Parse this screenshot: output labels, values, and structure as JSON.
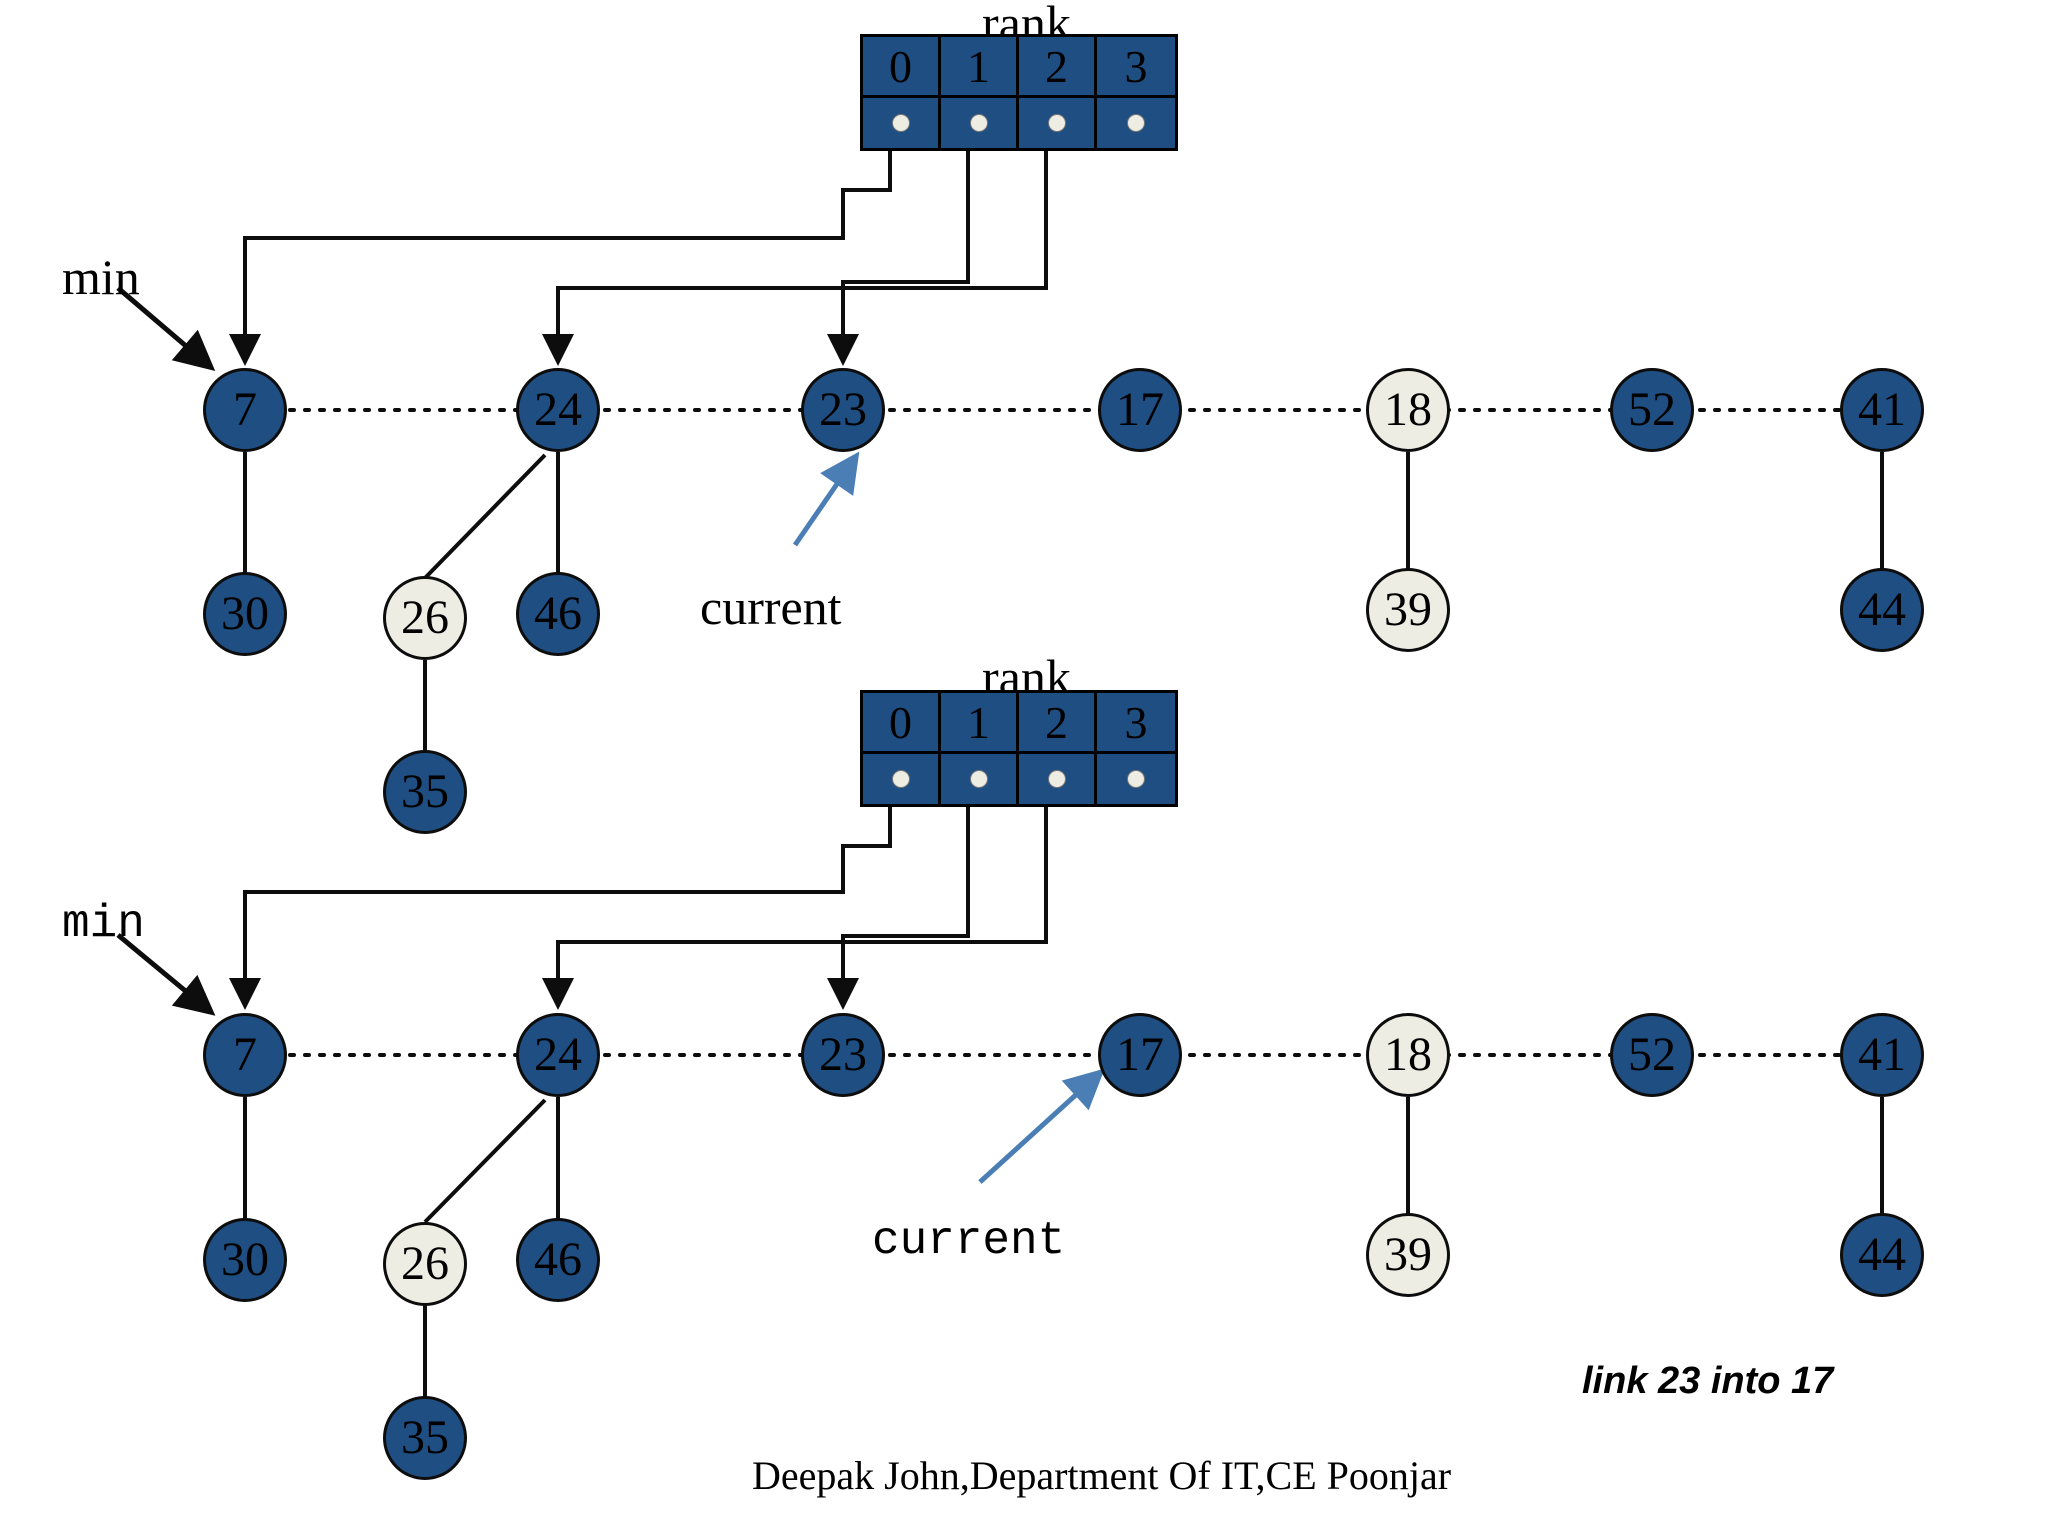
{
  "figure": {
    "caption": "Deepak John,Department Of IT,CE Poonjar",
    "annotation": "link 23 into 17"
  },
  "panels": [
    {
      "id": "top",
      "rank": {
        "title": "rank",
        "indices": [
          "0",
          "1",
          "2",
          "3"
        ],
        "pointers": [
          "dot",
          "dot",
          "dot",
          "dot"
        ],
        "pointer_targets": [
          "7",
          "23",
          "24",
          ""
        ]
      },
      "min_label": "min",
      "current_label": "current",
      "current_target": "23",
      "roots": [
        {
          "value": "7",
          "fill": "blue"
        },
        {
          "value": "24",
          "fill": "blue"
        },
        {
          "value": "23",
          "fill": "blue"
        },
        {
          "value": "17",
          "fill": "blue"
        },
        {
          "value": "18",
          "fill": "cream"
        },
        {
          "value": "52",
          "fill": "blue"
        },
        {
          "value": "41",
          "fill": "blue"
        }
      ],
      "children": [
        {
          "value": "30",
          "fill": "blue",
          "parent": "7"
        },
        {
          "value": "26",
          "fill": "cream",
          "parent": "24"
        },
        {
          "value": "46",
          "fill": "blue",
          "parent": "24"
        },
        {
          "value": "35",
          "fill": "blue",
          "parent": "26"
        },
        {
          "value": "39",
          "fill": "cream",
          "parent": "18"
        },
        {
          "value": "44",
          "fill": "blue",
          "parent": "41"
        }
      ]
    },
    {
      "id": "bottom",
      "rank": {
        "title": "rank",
        "indices": [
          "0",
          "1",
          "2",
          "3"
        ],
        "pointers": [
          "dot",
          "dot",
          "dot",
          "dot"
        ],
        "pointer_targets": [
          "7",
          "23",
          "24",
          ""
        ]
      },
      "min_label": "min",
      "current_label": "current",
      "current_target": "17",
      "roots": [
        {
          "value": "7",
          "fill": "blue"
        },
        {
          "value": "24",
          "fill": "blue"
        },
        {
          "value": "23",
          "fill": "blue"
        },
        {
          "value": "17",
          "fill": "blue"
        },
        {
          "value": "18",
          "fill": "cream"
        },
        {
          "value": "52",
          "fill": "blue"
        },
        {
          "value": "41",
          "fill": "blue"
        }
      ],
      "children": [
        {
          "value": "30",
          "fill": "blue",
          "parent": "7"
        },
        {
          "value": "26",
          "fill": "cream",
          "parent": "24"
        },
        {
          "value": "46",
          "fill": "blue",
          "parent": "24"
        },
        {
          "value": "35",
          "fill": "blue",
          "parent": "26"
        },
        {
          "value": "39",
          "fill": "cream",
          "parent": "18"
        },
        {
          "value": "44",
          "fill": "blue",
          "parent": "41"
        }
      ]
    }
  ],
  "colors": {
    "node_blue": "#1F4E82",
    "node_cream": "#EDEDE4",
    "stroke": "#0d0d0d",
    "accent_arrow": "#4A7EB5",
    "background": "#FFFFFF"
  }
}
